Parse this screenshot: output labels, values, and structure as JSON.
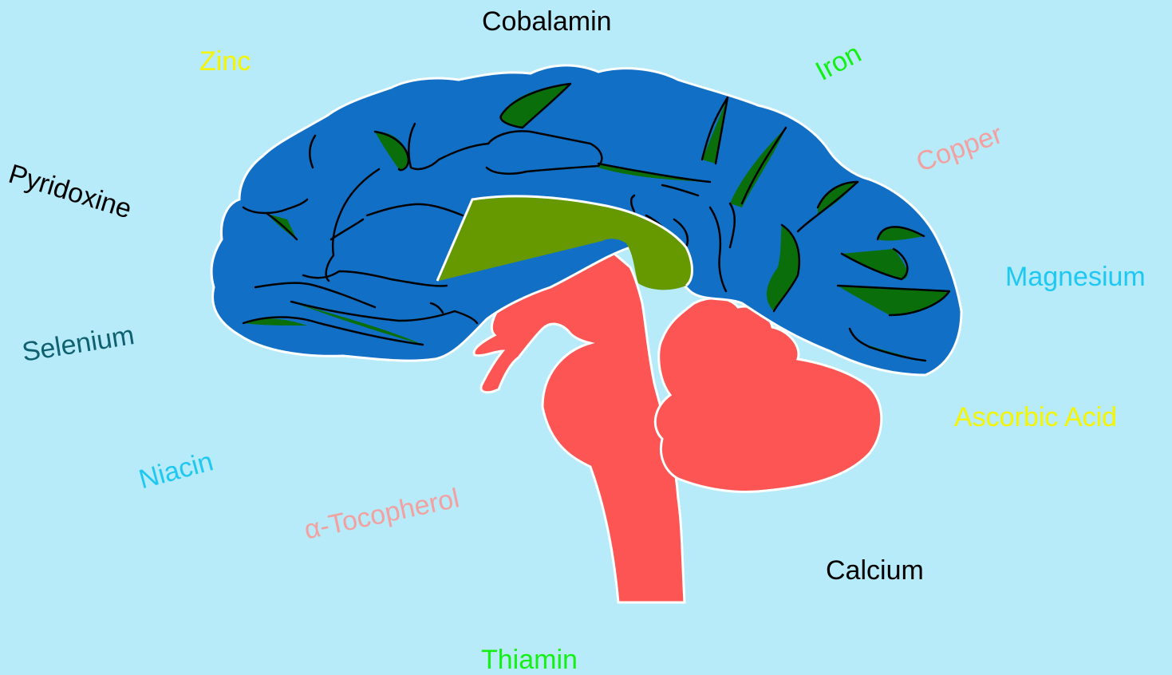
{
  "labels": {
    "cobalamin": {
      "text": "Cobalamin",
      "color": "#000000"
    },
    "zinc": {
      "text": "Zinc",
      "color": "#f5f500"
    },
    "iron": {
      "text": "Iron",
      "color": "#14f014"
    },
    "copper": {
      "text": "Copper",
      "color": "#f2a0a0"
    },
    "pyridoxine": {
      "text": "Pyridoxine",
      "color": "#000000"
    },
    "magnesium": {
      "text": "Magnesium",
      "color": "#1fc8f2"
    },
    "selenium": {
      "text": "Selenium",
      "color": "#0f6070"
    },
    "ascorbic_acid": {
      "text": "Ascorbic Acid",
      "color": "#f5f500"
    },
    "niacin": {
      "text": "Niacin",
      "color": "#1fc8f2"
    },
    "tocopherol": {
      "text": "α-Tocopherol",
      "color": "#f2a0a0"
    },
    "calcium": {
      "text": "Calcium",
      "color": "#000000"
    },
    "thiamin": {
      "text": "Thiamin",
      "color": "#14f014"
    }
  },
  "colors": {
    "background": "#b7ebf9",
    "cerebrum": "#1170c6",
    "gyri_highlight": "#0a6e0a",
    "corpus_callosum": "#669900",
    "brainstem_cerebellum": "#fd5553",
    "outline": "#ffffff",
    "sulcus_line": "#000000"
  }
}
